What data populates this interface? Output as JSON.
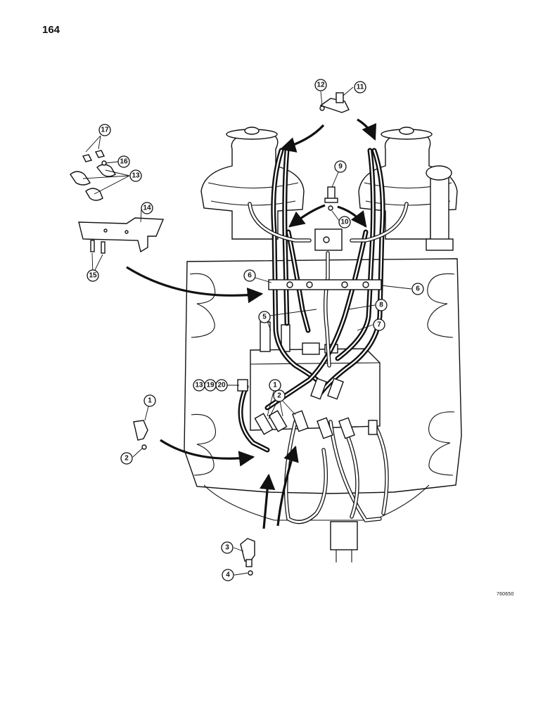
{
  "page": {
    "number": "164",
    "drawing_code": "760650"
  },
  "callouts": [
    {
      "id": "c1a",
      "label": "1"
    },
    {
      "id": "c2a",
      "label": "2"
    },
    {
      "id": "c1b",
      "label": "1"
    },
    {
      "id": "c2b",
      "label": "2"
    },
    {
      "id": "c3",
      "label": "3"
    },
    {
      "id": "c4",
      "label": "4"
    },
    {
      "id": "c5",
      "label": "5"
    },
    {
      "id": "c6a",
      "label": "6"
    },
    {
      "id": "c6b",
      "label": "6"
    },
    {
      "id": "c7",
      "label": "7"
    },
    {
      "id": "c8",
      "label": "8"
    },
    {
      "id": "c9",
      "label": "9"
    },
    {
      "id": "c10",
      "label": "10"
    },
    {
      "id": "c11",
      "label": "11"
    },
    {
      "id": "c12",
      "label": "12"
    },
    {
      "id": "c13a",
      "label": "13"
    },
    {
      "id": "c13b",
      "label": "13"
    },
    {
      "id": "c19",
      "label": "19"
    },
    {
      "id": "c20",
      "label": "20"
    },
    {
      "id": "c14",
      "label": "14"
    },
    {
      "id": "c15",
      "label": "15"
    },
    {
      "id": "c16",
      "label": "16"
    },
    {
      "id": "c17",
      "label": "17"
    }
  ]
}
